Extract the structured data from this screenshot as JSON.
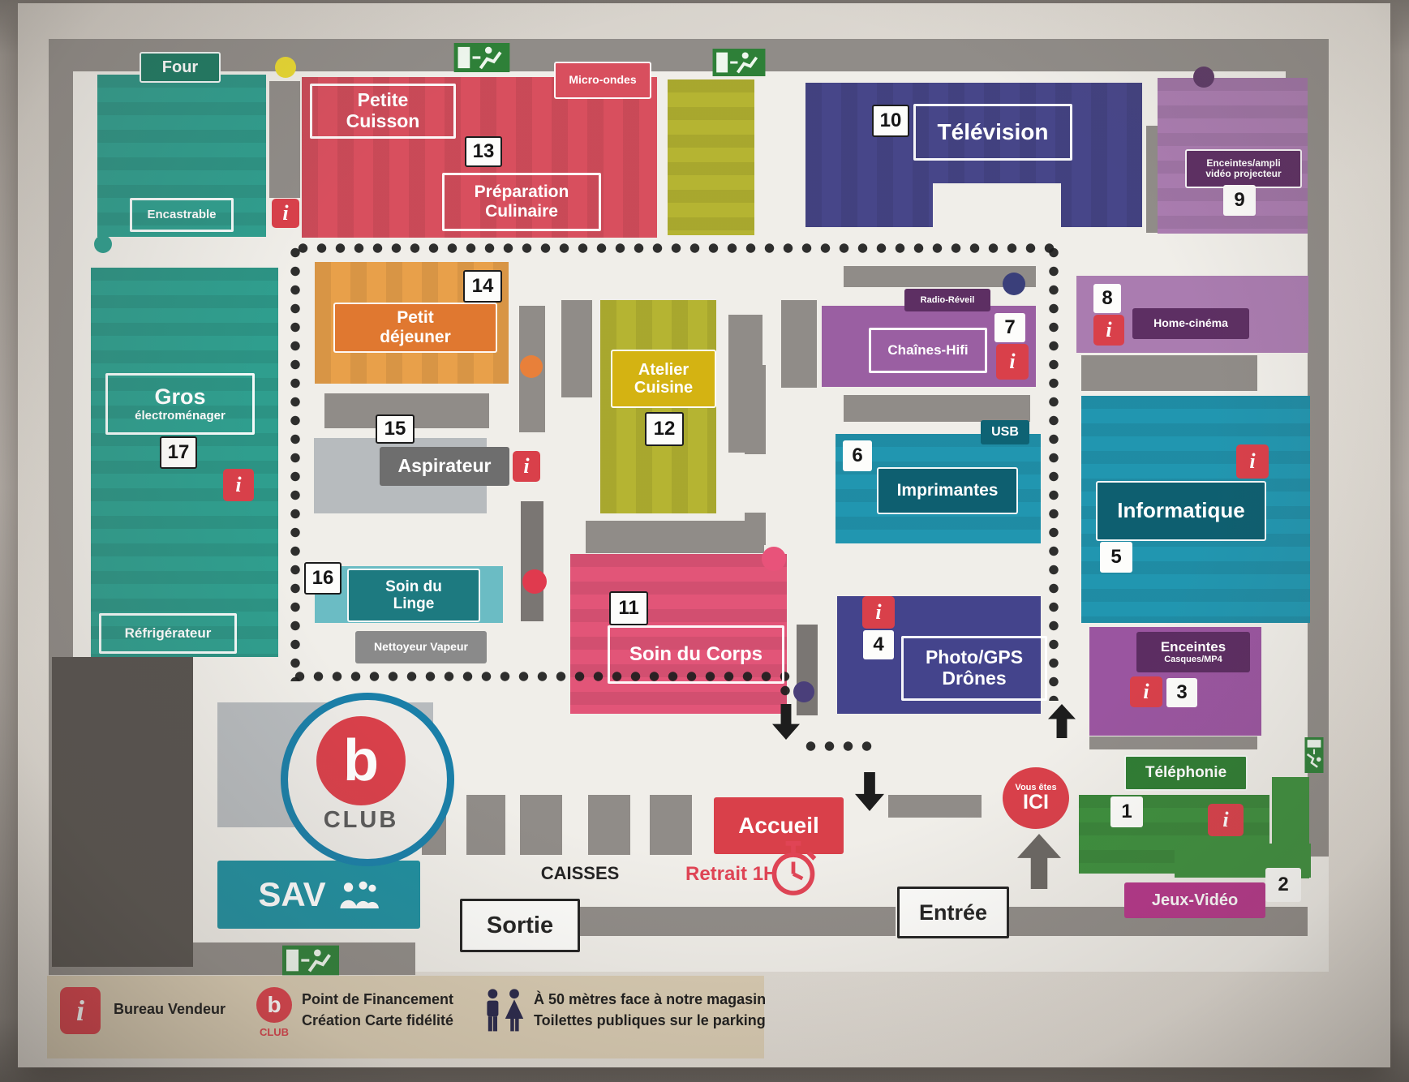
{
  "departments": {
    "four": {
      "name": "Four",
      "area_label": "Encastrable"
    },
    "petite_cuisson": {
      "name_line1": "Petite",
      "name_line2": "Cuisson",
      "number": "13"
    },
    "preparation_culinaire": {
      "name_line1": "Préparation",
      "name_line2": "Culinaire"
    },
    "micro_ondes": {
      "name": "Micro-ondes"
    },
    "television": {
      "name": "Télévision",
      "number": "10"
    },
    "enceintes_ampli": {
      "name_line1": "Enceintes/ampli",
      "name_line2": "vidéo projecteur",
      "number": "9"
    },
    "gros_electromenager": {
      "name_line1": "Gros",
      "name_line2": "électroménager",
      "number": "17",
      "area_label": "Réfrigérateur"
    },
    "petit_dejeuner": {
      "name_line1": "Petit",
      "name_line2": "déjeuner",
      "number": "14"
    },
    "aspirateur": {
      "name": "Aspirateur",
      "number": "15"
    },
    "soin_du_linge": {
      "name_line1": "Soin du",
      "name_line2": "Linge",
      "number": "16",
      "area_label": "Nettoyeur Vapeur"
    },
    "atelier_cuisine": {
      "name_line1": "Atelier",
      "name_line2": "Cuisine",
      "number": "12"
    },
    "radio_reveil": {
      "name": "Radio-Réveil"
    },
    "chaines_hifi": {
      "name": "Chaînes-Hifi",
      "number": "7"
    },
    "home_cinema": {
      "name": "Home-cinéma",
      "number": "8"
    },
    "usb": {
      "name": "USB"
    },
    "imprimantes": {
      "name": "Imprimantes",
      "number": "6"
    },
    "informatique": {
      "name": "Informatique",
      "number": "5"
    },
    "soin_du_corps": {
      "name": "Soin du Corps",
      "number": "11"
    },
    "photo_gps_drones": {
      "name_line1": "Photo/GPS",
      "name_line2": "Drônes",
      "number": "4"
    },
    "enceintes_casques": {
      "name_line1": "Enceintes",
      "name_line2": "Casques/MP4",
      "number": "3"
    },
    "telephonie": {
      "name": "Téléphonie",
      "number": "1"
    },
    "jeux_video": {
      "name": "Jeux-Vidéo",
      "number": "2"
    }
  },
  "services": {
    "sav": "SAV",
    "accueil": "Accueil",
    "caisses": "CAISSES",
    "retrait": "Retrait 1H",
    "sortie": "Sortie",
    "entree": "Entrée",
    "you_are_here_line1": "Vous êtes",
    "you_are_here_line2": "ICI",
    "club_letter": "b",
    "club_label": "CLUB"
  },
  "legend": {
    "info_glyph": "i",
    "club_letter": "b",
    "club_label": "CLUB",
    "items": [
      {
        "line1": "Bureau Vendeur",
        "line2": ""
      },
      {
        "line1": "Point de Financement",
        "line2": "Création Carte fidélité"
      },
      {
        "line1": "À 50 mètres face à notre magasin",
        "line2": "Toilettes publiques sur le parking"
      }
    ]
  },
  "colors": {
    "teal_zone": "#2f9e8e",
    "red_zone": "#d84f5e",
    "olive_zone": "#b5b432",
    "indigo_zone": "#474689",
    "lilac_zone": "#aa7cb0",
    "purple_zone": "#9a5fa2",
    "cyan_zone": "#2196b0",
    "pink_zone": "#e25578",
    "navy_zone": "#44448c",
    "green_zone": "#3d8f3d",
    "orange_zone": "#e8a04a",
    "magenta_badge": "#b5368a",
    "info_red": "#d9404a",
    "club_blue": "#1a7fa8"
  }
}
